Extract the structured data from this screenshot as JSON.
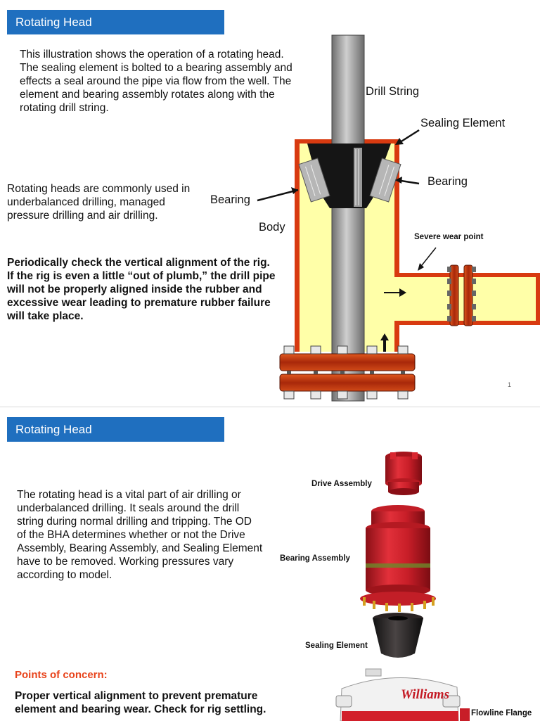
{
  "slide1": {
    "title": "Rotating Head",
    "intro": "This illustration shows the operation of a rotating head. The sealing element is bolted to a bearing assembly and effects a seal around the pipe via flow from the well. The element and bearing assembly rotates along with the rotating drill string.",
    "usage": "Rotating heads are commonly used in underbalanced drilling, managed pressure drilling and air drilling.",
    "warning": "Periodically check the vertical alignment of the rig. If the rig is even a little “out of plumb,” the drill pipe will not be properly aligned inside the rubber and excessive wear leading to premature rubber failure will take place.",
    "labels": {
      "drill_string": "Drill String",
      "sealing_element": "Sealing Element",
      "bearing_left": "Bearing",
      "bearing_right": "Bearing",
      "body": "Body",
      "severe_wear": "Severe wear point"
    },
    "page_number": "1"
  },
  "slide2": {
    "title": "Rotating Head",
    "description": "The rotating head is a vital part of air drilling or underbalanced drilling. It seals around the drill string during normal drilling and tripping. The OD of the BHA determines whether or not the Drive Assembly, Bearing Assembly, and Sealing Element have to be removed. Working pressures vary according to model.",
    "concern_title": "Points of concern:",
    "concern_text": "Proper vertical alignment to prevent premature element and bearing wear. Check for rig settling.",
    "labels": {
      "drive_assembly": "Drive Assembly",
      "bearing_assembly": "Bearing Assembly",
      "sealing_element": "Sealing Element",
      "flowline_flange": "Flowline Flange",
      "brand": "Williams"
    }
  },
  "colors": {
    "title_bar": "#1f6fbf",
    "body_fill": "#ffffa8",
    "body_outline": "#d83a10",
    "flange": "#b8300a",
    "concern": "#e8441c"
  }
}
